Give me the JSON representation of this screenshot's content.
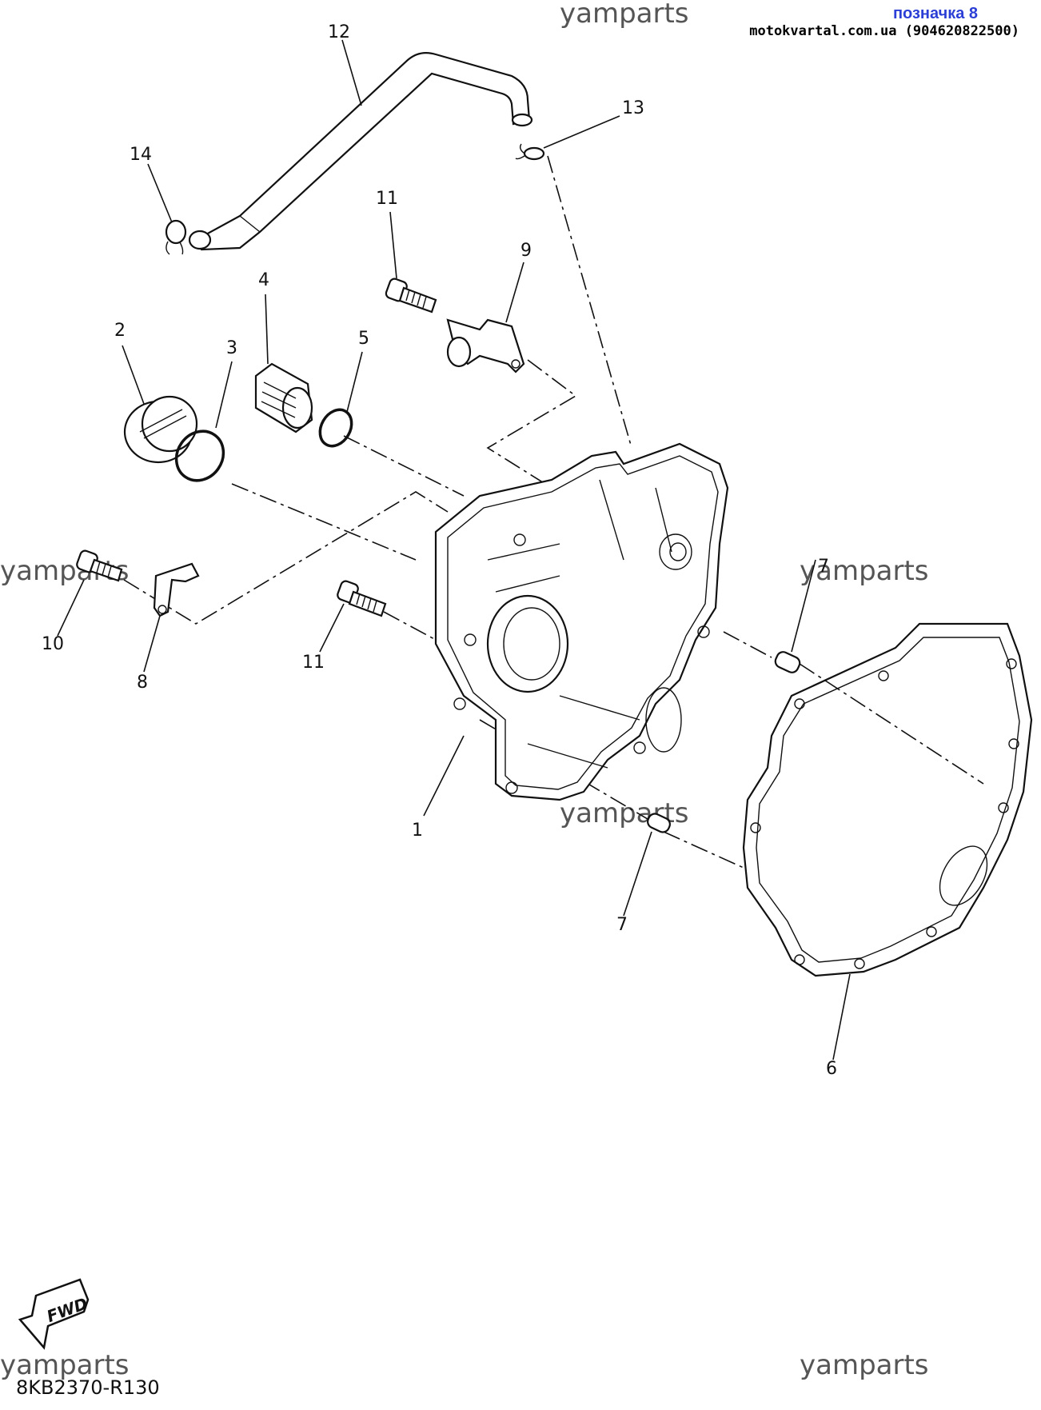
{
  "header": {
    "label": "позначка 8",
    "site": "motokvartal.com.ua (904620822500)"
  },
  "watermark": "yamparts",
  "diagram_code": "8KB2370-R130",
  "fwd_label": "FWD",
  "callouts": [
    "1",
    "2",
    "3",
    "4",
    "5",
    "6",
    "7",
    "7",
    "8",
    "9",
    "10",
    "11",
    "11",
    "12",
    "13",
    "14"
  ],
  "colors": {
    "header_label": "#2b3fd6",
    "header_site": "#000000",
    "lines": "#111111"
  }
}
